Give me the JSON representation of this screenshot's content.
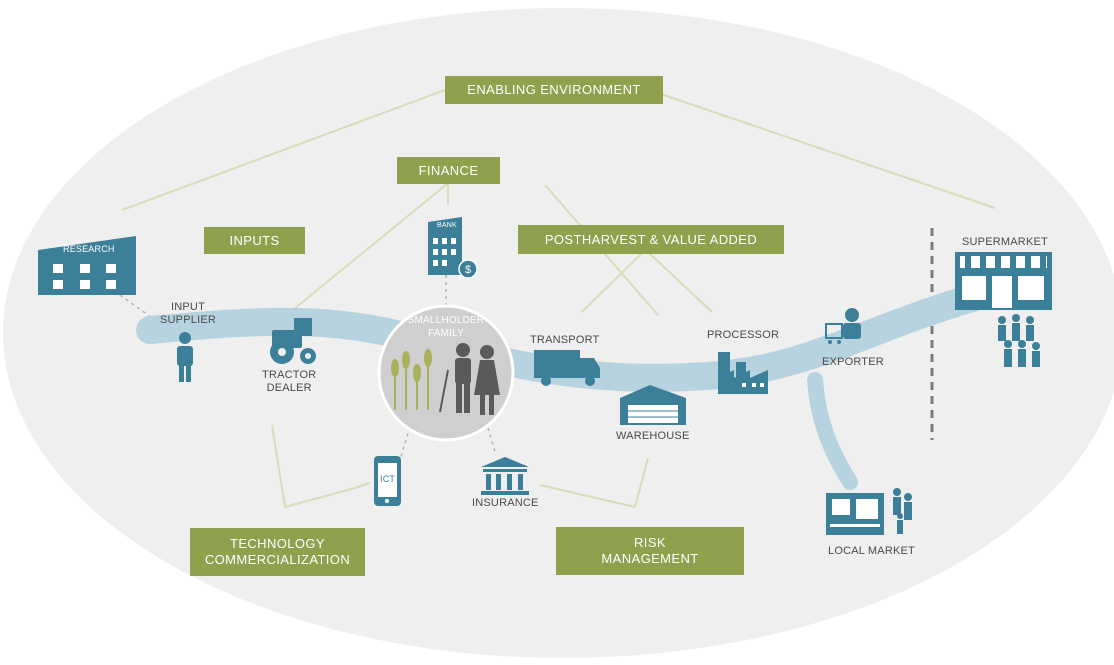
{
  "boxes": {
    "enabling_environment": "ENABLING ENVIRONMENT",
    "finance": "FINANCE",
    "inputs": "INPUTS",
    "postharvest": "POSTHARVEST & VALUE ADDED",
    "technology_line1": "TECHNOLOGY",
    "technology_line2": "COMMERCIALIZATION",
    "risk_line1": "RISK",
    "risk_line2": "MANAGEMENT"
  },
  "actors": {
    "research": "RESEARCH",
    "bank": "BANK",
    "input_supplier_line1": "INPUT",
    "input_supplier_line2": "SUPPLIER",
    "tractor_dealer_line1": "TRACTOR",
    "tractor_dealer_line2": "DEALER",
    "smallholder_line1": "SMALLHOLDER",
    "smallholder_line2": "FAMILY",
    "transport": "TRANSPORT",
    "processor": "PROCESSOR",
    "exporter": "EXPORTER",
    "supermarket": "SUPERMARKET",
    "warehouse": "WAREHOUSE",
    "ict": "ICT",
    "insurance": "INSURANCE",
    "local_market": "LOCAL MARKET"
  },
  "colors": {
    "ellipse_fill": "#efefef",
    "river": "#b8d3e0",
    "icon_blue": "#3b7f99",
    "box_green": "#8fa14d",
    "connector_line": "#d7dbb8",
    "smallholder_circle": "#cfcfcf"
  }
}
